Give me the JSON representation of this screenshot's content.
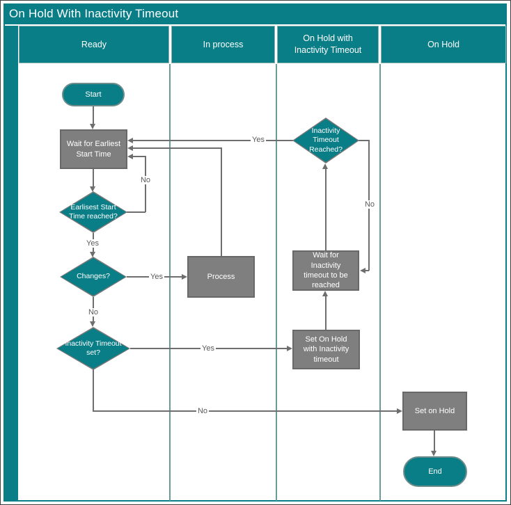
{
  "title": "On Hold With Inactivity Timeout",
  "lanes": [
    {
      "label": "Ready"
    },
    {
      "label": "In process"
    },
    {
      "label": "On Hold with Inactivity Timeout"
    },
    {
      "label": "On Hold"
    }
  ],
  "nodes": {
    "start": "Start",
    "wait_earliest": "Wait for Earliest Start Time",
    "earliest_reached": "Earlisest Start Time reached?",
    "changes": "Changes?",
    "timeout_set": "Inactivity Timeout set?",
    "process": "Process",
    "it_reached": "Inactivity Timeout Reached?",
    "wait_inactivity": "Wait for Inactivity timeout to be reached",
    "set_onhold_it": "Set On Hold with Inactivity timeout",
    "set_onhold": "Set on Hold",
    "end": "End"
  },
  "edge_labels": {
    "earliest_no": "No",
    "earliest_yes": "Yes",
    "changes_yes": "Yes",
    "changes_no": "No",
    "timeout_set_yes": "Yes",
    "timeout_set_no": "No",
    "it_reached_yes": "Yes",
    "it_reached_no": "No"
  },
  "colors": {
    "teal": "#0a7e87",
    "shape_gray": "#7f7f7f",
    "shape_gray_border": "#686868",
    "lane_divider": "#679c99",
    "connector": "#6e6e6e",
    "label_text": "#5a5a5a"
  }
}
